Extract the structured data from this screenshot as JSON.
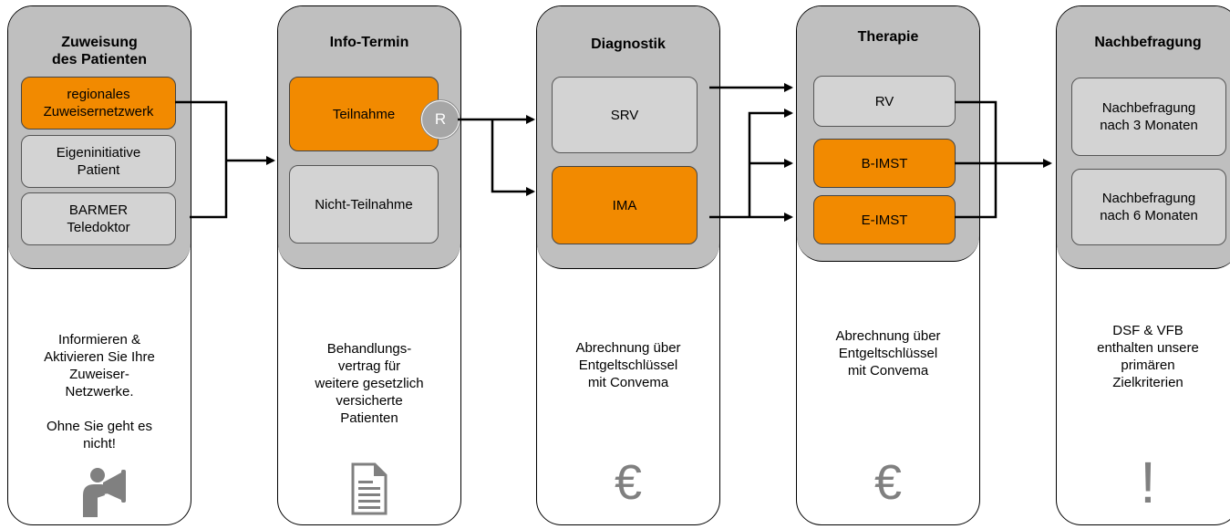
{
  "columns": [
    {
      "title": "Zuweisung\ndes Patienten",
      "boxes": [
        {
          "label": "regionales\nZuweisernetzwerk",
          "highlight": true
        },
        {
          "label": "Eigeninitiative\nPatient",
          "highlight": false
        },
        {
          "label": "BARMER\nTeledoktor",
          "highlight": false
        }
      ],
      "description": "Informieren &\nAktivieren Sie Ihre\nZuweiser-\nNetzwerke.",
      "description_extra": "Ohne Sie geht es\nnicht!",
      "icon": "megaphone-person-icon"
    },
    {
      "title": "Info-Termin",
      "boxes": [
        {
          "label": "Teilnahme",
          "highlight": true
        },
        {
          "label": "Nicht-Teilnahme",
          "highlight": false
        }
      ],
      "badge": "R",
      "description": "Behandlungs-\nvertrag für\nweitere gesetzlich\nversicherte\nPatienten",
      "icon": "document-icon"
    },
    {
      "title": "Diagnostik",
      "boxes": [
        {
          "label": "SRV",
          "highlight": false
        },
        {
          "label": "IMA",
          "highlight": true
        }
      ],
      "description": "Abrechnung über\nEntgeltschlüssel\nmit Convema",
      "icon": "euro-icon",
      "icon_text": "€"
    },
    {
      "title": "Therapie",
      "boxes": [
        {
          "label": "RV",
          "highlight": false
        },
        {
          "label": "B-IMST",
          "highlight": true
        },
        {
          "label": "E-IMST",
          "highlight": true
        }
      ],
      "description": "Abrechnung über\nEntgeltschlüssel\nmit Convema",
      "icon": "euro-icon",
      "icon_text": "€"
    },
    {
      "title": "Nachbefragung",
      "boxes": [
        {
          "label": "Nachbefragung\nnach 3 Monaten",
          "highlight": false
        },
        {
          "label": "Nachbefragung\nnach 6 Monaten",
          "highlight": false
        }
      ],
      "description": "DSF & VFB\nenthalten unsere\nprimären\nZielkriterien",
      "icon": "exclamation-icon",
      "icon_text": "!"
    }
  ],
  "colors": {
    "highlight": "#f28a00",
    "box": "#d3d3d3",
    "header": "#bfbfbf",
    "icon": "#808080"
  }
}
